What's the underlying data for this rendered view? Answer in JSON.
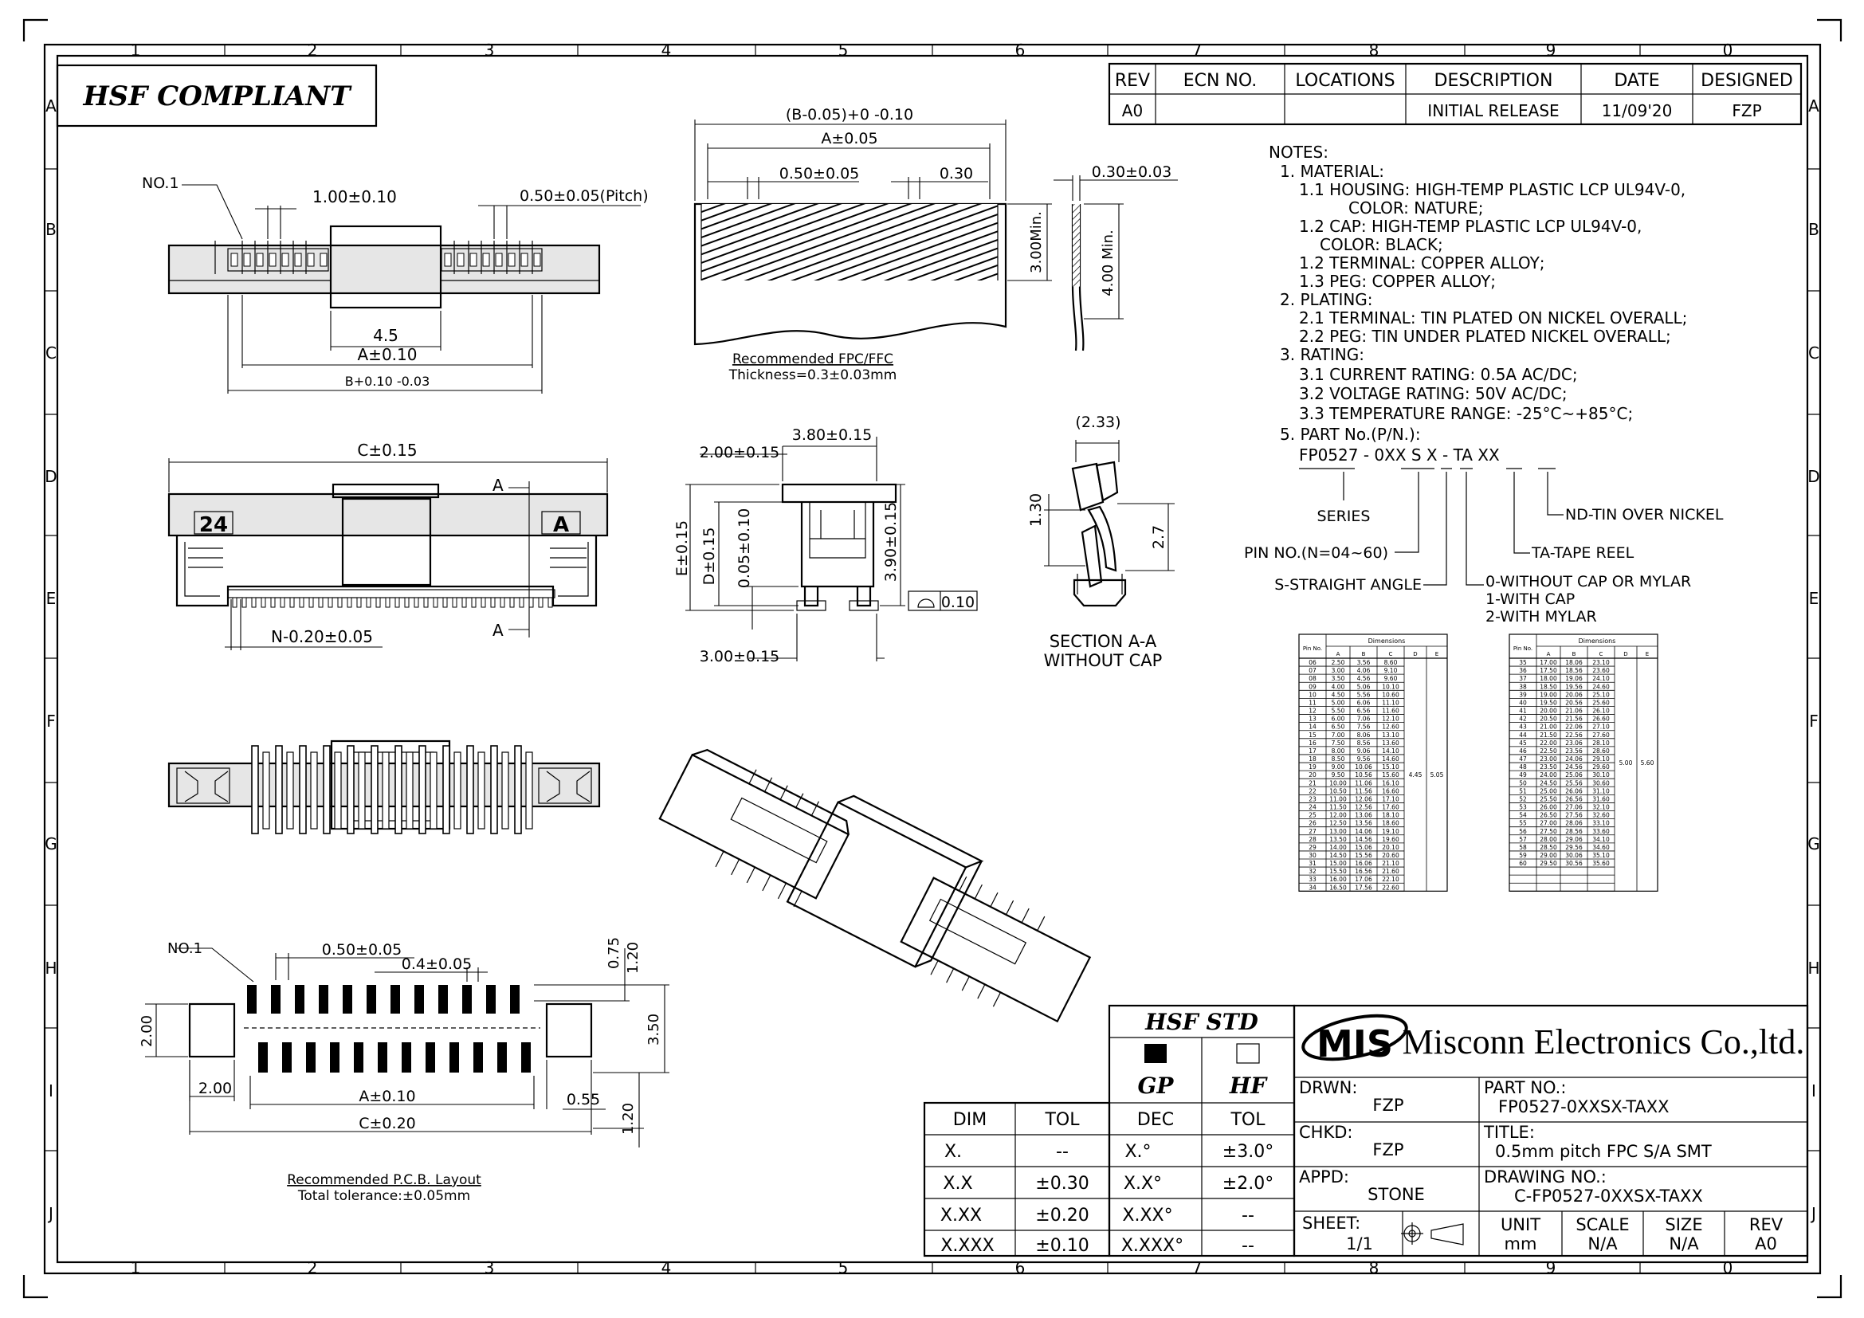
{
  "frame": {
    "cols_top": [
      "1",
      "2",
      "3",
      "4",
      "5",
      "6",
      "7",
      "8",
      "9",
      "0"
    ],
    "cols_bottom": [
      "1",
      "2",
      "3",
      "4",
      "5",
      "6",
      "7",
      "8",
      "9",
      "0"
    ],
    "rows": [
      "A",
      "B",
      "C",
      "D",
      "E",
      "F",
      "G",
      "H",
      "I",
      "J"
    ]
  },
  "stamp": "HSF COMPLIANT",
  "revision_table": {
    "headers": [
      "REV",
      "ECN NO.",
      "LOCATIONS",
      "DESCRIPTION",
      "DATE",
      "DESIGNED"
    ],
    "row": [
      "A0",
      "",
      "",
      "INITIAL RELEASE",
      "11/09'20",
      "FZP"
    ]
  },
  "notes": [
    "NOTES:",
    "1. MATERIAL:",
    "1.1 HOUSING: HIGH-TEMP PLASTIC LCP UL94V-0,",
    "COLOR: NATURE;",
    "1.2 CAP: HIGH-TEMP PLASTIC LCP UL94V-0,",
    "COLOR: BLACK;",
    "1.2 TERMINAL: COPPER ALLOY;",
    "1.3 PEG: COPPER ALLOY;",
    "2. PLATING:",
    "2.1 TERMINAL: TIN PLATED ON NICKEL OVERALL;",
    "2.2 PEG: TIN UNDER PLATED NICKEL OVERALL;",
    "3. RATING:",
    "3.1 CURRENT RATING: 0.5A AC/DC;",
    "3.2 VOLTAGE RATING: 50V AC/DC;",
    "3.3 TEMPERATURE RANGE: -25°C~+85°C;",
    "5. PART No.(P/N.):"
  ],
  "pn": {
    "code": "FP0527 - 0XX S X - TA XX",
    "series": "SERIES",
    "pin_no": "PIN NO.(N=04~60)",
    "straight": "S-STRAIGHT ANGLE",
    "plating": "ND-TIN OVER NICKEL",
    "tape": "TA-TAPE REEL",
    "cap0": "0-WITHOUT CAP OR MYLAR",
    "cap1": "1-WITH CAP",
    "cap2": "2-WITH MYLAR"
  },
  "dims_table": {
    "headers": [
      "Pin No.",
      "A",
      "B",
      "C",
      "D",
      "E"
    ],
    "group_label": "Dimensions",
    "left": [
      [
        "06",
        "2.50",
        "3.56",
        "8.60"
      ],
      [
        "07",
        "3.00",
        "4.06",
        "9.10"
      ],
      [
        "08",
        "3.50",
        "4.56",
        "9.60"
      ],
      [
        "09",
        "4.00",
        "5.06",
        "10.10"
      ],
      [
        "10",
        "4.50",
        "5.56",
        "10.60"
      ],
      [
        "11",
        "5.00",
        "6.06",
        "11.10"
      ],
      [
        "12",
        "5.50",
        "6.56",
        "11.60"
      ],
      [
        "13",
        "6.00",
        "7.06",
        "12.10"
      ],
      [
        "14",
        "6.50",
        "7.56",
        "12.60"
      ],
      [
        "15",
        "7.00",
        "8.06",
        "13.10"
      ],
      [
        "16",
        "7.50",
        "8.56",
        "13.60"
      ],
      [
        "17",
        "8.00",
        "9.06",
        "14.10"
      ],
      [
        "18",
        "8.50",
        "9.56",
        "14.60"
      ],
      [
        "19",
        "9.00",
        "10.06",
        "15.10"
      ],
      [
        "20",
        "9.50",
        "10.56",
        "15.60"
      ],
      [
        "21",
        "10.00",
        "11.06",
        "16.10"
      ],
      [
        "22",
        "10.50",
        "11.56",
        "16.60"
      ],
      [
        "23",
        "11.00",
        "12.06",
        "17.10"
      ],
      [
        "24",
        "11.50",
        "12.56",
        "17.60"
      ],
      [
        "25",
        "12.00",
        "13.06",
        "18.10"
      ],
      [
        "26",
        "12.50",
        "13.56",
        "18.60"
      ],
      [
        "27",
        "13.00",
        "14.06",
        "19.10"
      ],
      [
        "28",
        "13.50",
        "14.56",
        "19.60"
      ],
      [
        "29",
        "14.00",
        "15.06",
        "20.10"
      ],
      [
        "30",
        "14.50",
        "15.56",
        "20.60"
      ],
      [
        "31",
        "15.00",
        "16.06",
        "21.10"
      ],
      [
        "32",
        "15.50",
        "16.56",
        "21.60"
      ],
      [
        "33",
        "16.00",
        "17.06",
        "22.10"
      ],
      [
        "34",
        "16.50",
        "17.56",
        "22.60"
      ]
    ],
    "left_d": "4.45",
    "left_e": "5.05",
    "right": [
      [
        "35",
        "17.00",
        "18.06",
        "23.10"
      ],
      [
        "36",
        "17.50",
        "18.56",
        "23.60"
      ],
      [
        "37",
        "18.00",
        "19.06",
        "24.10"
      ],
      [
        "38",
        "18.50",
        "19.56",
        "24.60"
      ],
      [
        "39",
        "19.00",
        "20.06",
        "25.10"
      ],
      [
        "40",
        "19.50",
        "20.56",
        "25.60"
      ],
      [
        "41",
        "20.00",
        "21.06",
        "26.10"
      ],
      [
        "42",
        "20.50",
        "21.56",
        "26.60"
      ],
      [
        "43",
        "21.00",
        "22.06",
        "27.10"
      ],
      [
        "44",
        "21.50",
        "22.56",
        "27.60"
      ],
      [
        "45",
        "22.00",
        "23.06",
        "28.10"
      ],
      [
        "46",
        "22.50",
        "23.56",
        "28.60"
      ],
      [
        "47",
        "23.00",
        "24.06",
        "29.10"
      ],
      [
        "48",
        "23.50",
        "24.56",
        "29.60"
      ],
      [
        "49",
        "24.00",
        "25.06",
        "30.10"
      ],
      [
        "50",
        "24.50",
        "25.56",
        "30.60"
      ],
      [
        "51",
        "25.00",
        "26.06",
        "31.10"
      ],
      [
        "52",
        "25.50",
        "26.56",
        "31.60"
      ],
      [
        "53",
        "26.00",
        "27.06",
        "32.10"
      ],
      [
        "54",
        "26.50",
        "27.56",
        "32.60"
      ],
      [
        "55",
        "27.00",
        "28.06",
        "33.10"
      ],
      [
        "56",
        "27.50",
        "28.56",
        "33.60"
      ],
      [
        "57",
        "28.00",
        "29.06",
        "34.10"
      ],
      [
        "58",
        "28.50",
        "29.56",
        "34.60"
      ],
      [
        "59",
        "29.00",
        "30.06",
        "35.10"
      ],
      [
        "60",
        "29.50",
        "30.56",
        "35.60"
      ]
    ],
    "right_d": "5.00",
    "right_e": "5.60"
  },
  "dims": {
    "top_no1": "NO.1",
    "top_100": "1.00±0.10",
    "top_pitch": "0.50±0.05(Pitch)",
    "top_45": "4.5",
    "top_a": "A±0.10",
    "top_b": "B+0.10 -0.03",
    "fpc_b": "(B-0.05)+0 -0.10",
    "fpc_a": "A±0.05",
    "fpc_050": "0.50±0.05",
    "fpc_030": "0.30",
    "fpc_300": "3.00Min.",
    "fpc_t": "0.30±0.03",
    "fpc_400": "4.00 Min.",
    "fpc_rec1": "Recommended FPC/FFC",
    "fpc_rec2": "Thickness=0.3±0.03mm",
    "front_c": "C±0.15",
    "front_a_top": "A",
    "front_a_bot": "A",
    "front_n": "N-0.20±0.05",
    "label_24": "24",
    "label_a": "A",
    "side_380": "3.80±0.15",
    "side_200": "2.00±0.15",
    "side_e": "E±0.15",
    "side_d": "D±0.15",
    "side_005": "0.05±0.10",
    "side_390": "3.90±0.15",
    "side_010": "0.10",
    "side_300": "3.00±0.15",
    "sec_233": "(2.33)",
    "sec_130": "1.30",
    "sec_27": "2.7",
    "sec_t1": "SECTION A-A",
    "sec_t2": "WITHOUT CAP",
    "pcb_no1": "NO.1",
    "pcb_050": "0.50±0.05",
    "pcb_04": "0.4±0.05",
    "pcb_075": "0.75",
    "pcb_120a": "1.20",
    "pcb_200v": "2.00",
    "pcb_350": "3.50",
    "pcb_200h": "2.00",
    "pcb_a": "A±0.10",
    "pcb_055": "0.55",
    "pcb_120b": "1.20",
    "pcb_c": "C±0.20",
    "pcb_rec1": "Recommended P.C.B. Layout",
    "pcb_rec2": "Total tolerance:±0.05mm"
  },
  "tol_table": {
    "headers": [
      "DIM",
      "TOL"
    ],
    "rows": [
      [
        "X.",
        "--"
      ],
      [
        "X.X",
        "±0.30"
      ],
      [
        "X.XX",
        "±0.20"
      ],
      [
        "X.XXX",
        "±0.10"
      ]
    ]
  },
  "hsf": {
    "title": "HSF STD",
    "gp": "GP",
    "hf": "HF",
    "headers": [
      "DEC",
      "TOL"
    ],
    "rows": [
      [
        "X.°",
        "±3.0°"
      ],
      [
        "X.X°",
        "±2.0°"
      ],
      [
        "X.XX°",
        "--"
      ],
      [
        "X.XXX°",
        "--"
      ]
    ]
  },
  "title_block": {
    "logo": "MIS",
    "company": "Misconn Electronics Co.,ltd.",
    "drwn_label": "DRWN:",
    "drwn": "FZP",
    "part_label": "PART NO.:",
    "part": "FP0527-0XXSX-TAXX",
    "chkd_label": "CHKD:",
    "chkd": "FZP",
    "title_label": "TITLE:",
    "title": "0.5mm pitch FPC S/A SMT",
    "appd_label": "APPD:",
    "appd": "STONE",
    "drawing_label": "DRAWING NO.:",
    "drawing": "C-FP0527-0XXSX-TAXX",
    "sheet_label": "SHEET:",
    "sheet": "1/1",
    "unit_label": "UNIT",
    "unit": "mm",
    "scale_label": "SCALE",
    "scale": "N/A",
    "size_label": "SIZE",
    "size": "N/A",
    "rev_label": "REV",
    "rev": "A0"
  }
}
